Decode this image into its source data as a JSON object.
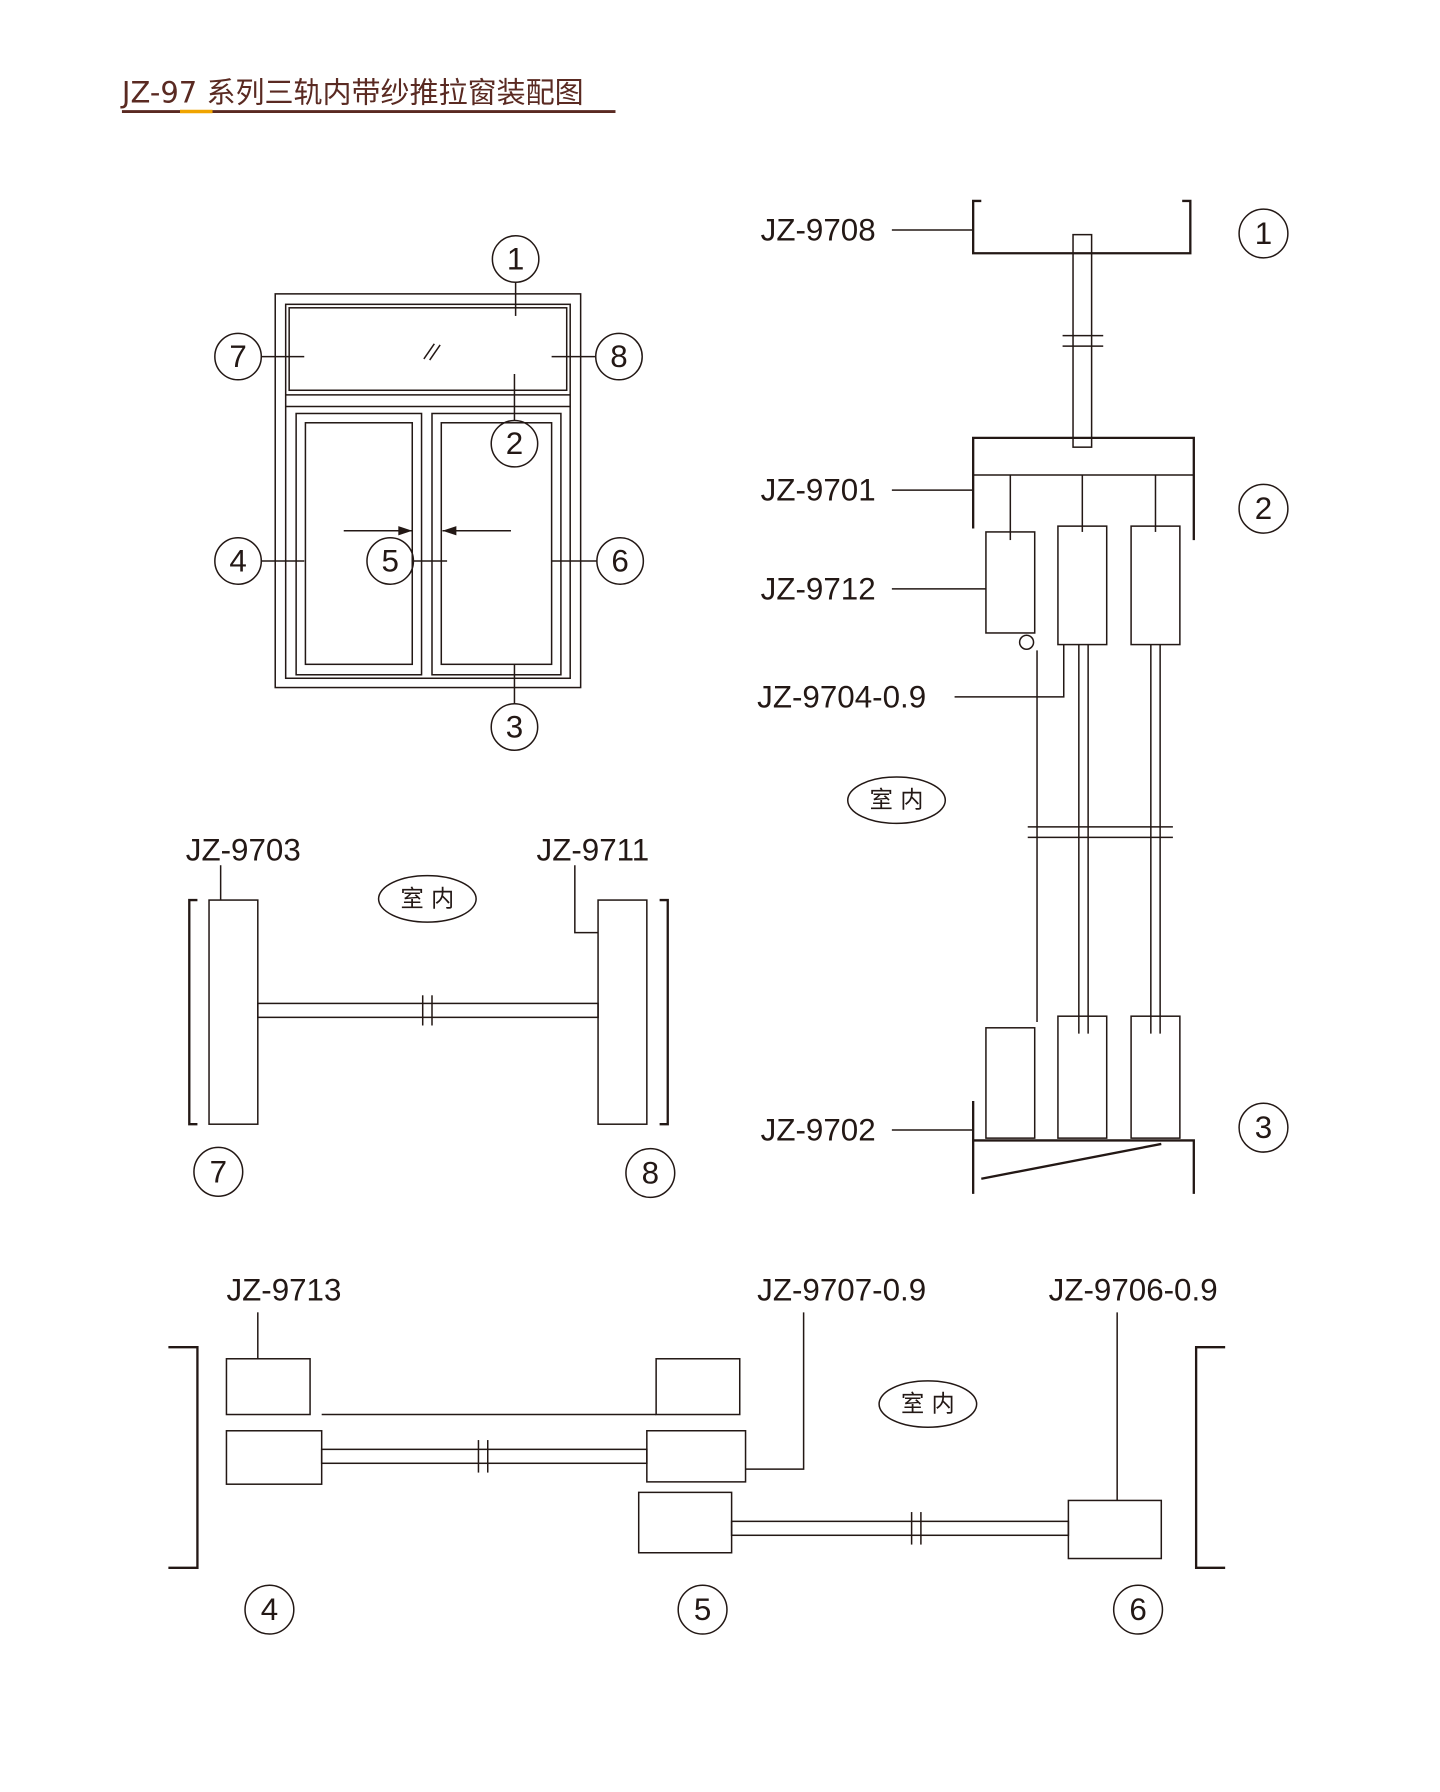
{
  "title": {
    "text": "JZ-97 系列三轨内带纱推拉窗装配图",
    "color": "#5a2a22",
    "accent": "#f0a400"
  },
  "elevation": {
    "callouts": [
      "1",
      "2",
      "3",
      "4",
      "5",
      "6",
      "7",
      "8"
    ]
  },
  "vertical_section": {
    "labels": [
      "JZ-9708",
      "JZ-9701",
      "JZ-9712",
      "JZ-9704-0.9",
      "JZ-9702"
    ],
    "callouts": [
      "1",
      "2",
      "3"
    ],
    "indoor": "室 内"
  },
  "side_section": {
    "labels": [
      "JZ-9703",
      "JZ-9711"
    ],
    "callouts": [
      "7",
      "8"
    ],
    "indoor": "室 内"
  },
  "horizontal_section": {
    "labels": [
      "JZ-9713",
      "JZ-9707-0.9",
      "JZ-9706-0.9"
    ],
    "callouts": [
      "4",
      "5",
      "6"
    ],
    "indoor": "室 内"
  }
}
